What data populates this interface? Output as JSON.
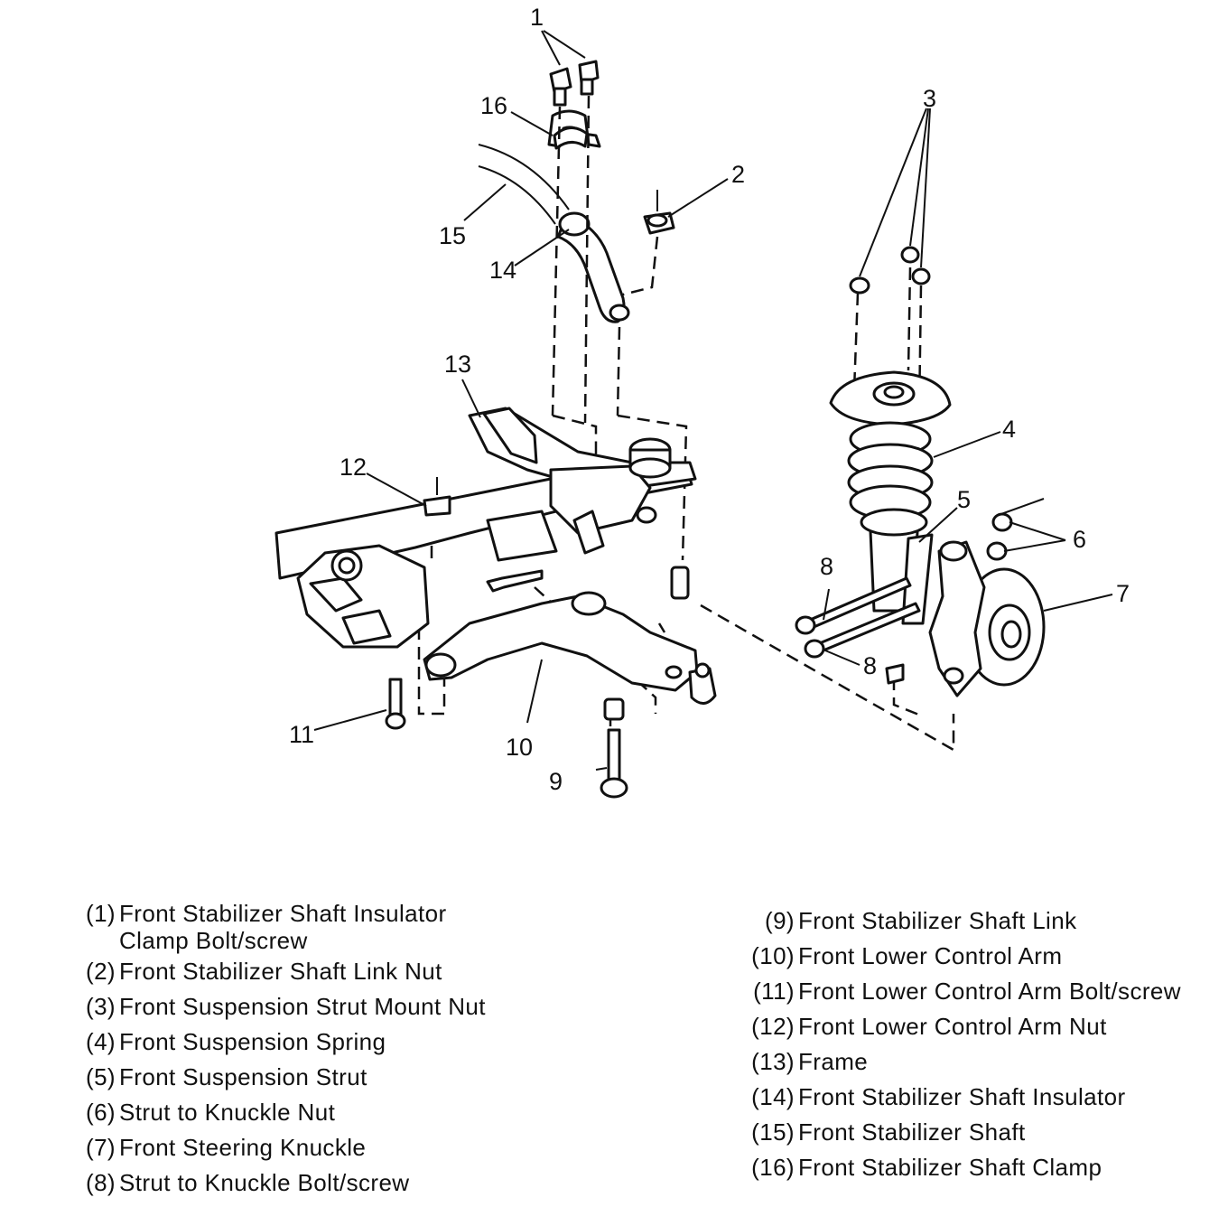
{
  "callouts": [
    "1",
    "2",
    "3",
    "4",
    "5",
    "6",
    "7",
    "8",
    "8",
    "9",
    "10",
    "11",
    "12",
    "13",
    "14",
    "15",
    "16"
  ],
  "legend": {
    "left": [
      {
        "num": "(1)",
        "text": "Front Stabilizer Shaft Insulator\nClamp Bolt/screw"
      },
      {
        "num": "(2)",
        "text": "Front Stabilizer Shaft Link Nut"
      },
      {
        "num": "(3)",
        "text": "Front Suspension Strut Mount Nut"
      },
      {
        "num": "(4)",
        "text": "Front Suspension Spring"
      },
      {
        "num": "(5)",
        "text": "Front Suspension Strut"
      },
      {
        "num": "(6)",
        "text": "Strut to Knuckle Nut"
      },
      {
        "num": "(7)",
        "text": "Front Steering Knuckle"
      },
      {
        "num": "(8)",
        "text": "Strut to Knuckle Bolt/screw"
      }
    ],
    "right": [
      {
        "num": "(9)",
        "text": "Front Stabilizer Shaft Link"
      },
      {
        "num": "(10)",
        "text": "Front Lower Control Arm"
      },
      {
        "num": "(11)",
        "text": "Front Lower Control Arm Bolt/screw"
      },
      {
        "num": "(12)",
        "text": "Front Lower Control Arm Nut"
      },
      {
        "num": "(13)",
        "text": "Frame"
      },
      {
        "num": "(14)",
        "text": "Front Stabilizer Shaft Insulator"
      },
      {
        "num": "(15)",
        "text": "Front Stabilizer Shaft"
      },
      {
        "num": "(16)",
        "text": "Front Stabilizer Shaft Clamp"
      }
    ]
  }
}
